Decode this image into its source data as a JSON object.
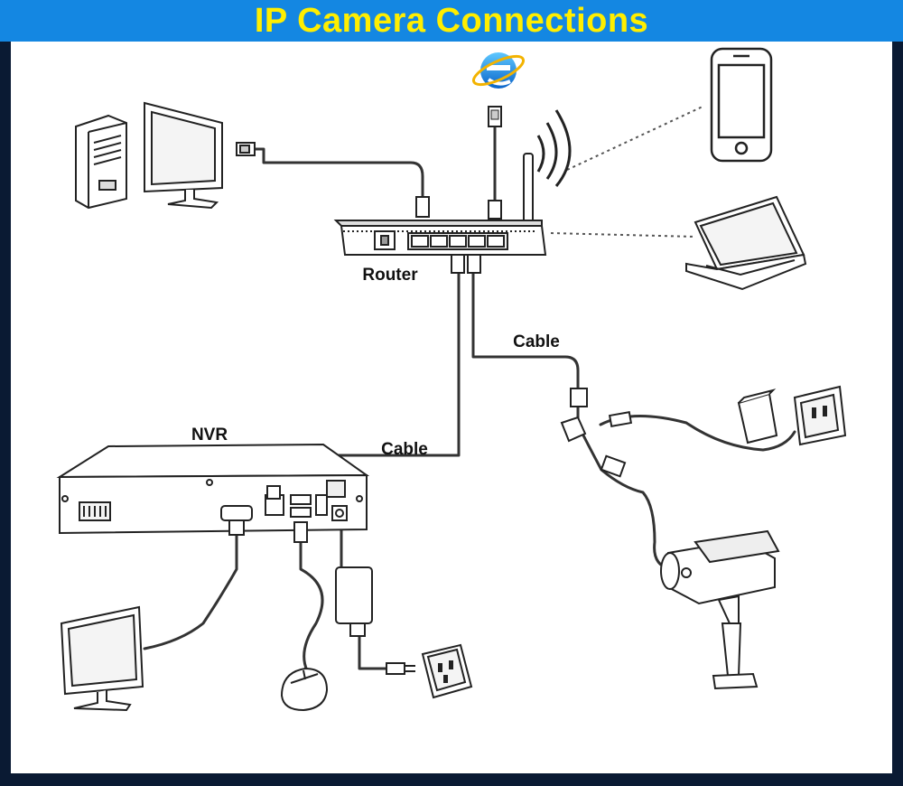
{
  "header": {
    "title": "IP Camera Connections"
  },
  "labels": {
    "router": "Router",
    "nvr": "NVR",
    "cable_router_nvr": "Cable",
    "cable_router_camera": "Cable"
  },
  "icons": {
    "browser": "internet-explorer-icon",
    "computer": "desktop-computer-icon",
    "phone": "smartphone-icon",
    "laptop": "laptop-icon",
    "camera": "bullet-camera-icon",
    "mouse": "mouse-icon",
    "monitor": "monitor-icon",
    "outlet": "power-outlet-icon"
  },
  "colors": {
    "header_bg": "#1487e2",
    "header_text": "#ffee00",
    "frame": "#0a1a33"
  }
}
